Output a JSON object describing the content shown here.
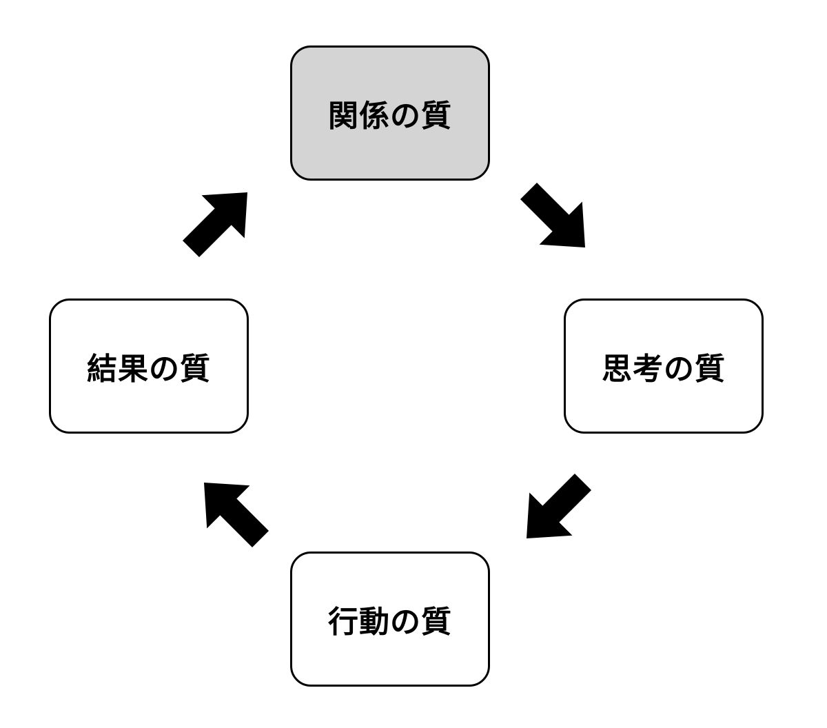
{
  "diagram": {
    "nodes": {
      "relationship": "関係の質",
      "thinking": "思考の質",
      "action": "行動の質",
      "result": "結果の質"
    },
    "cycle_order": [
      "関係の質",
      "思考の質",
      "行動の質",
      "結果の質"
    ],
    "highlighted_node": "関係の質",
    "colors": {
      "highlight_fill": "#d4d4d4",
      "node_fill": "#ffffff",
      "stroke": "#000000",
      "arrow": "#000000"
    }
  }
}
